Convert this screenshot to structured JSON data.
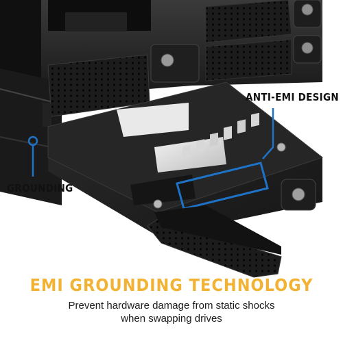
{
  "callouts": {
    "anti_emi": "ANTI-EMI DESIGN",
    "grounding": "GROUNDING"
  },
  "headline": "EMI GROUNDING TECHNOLOGY",
  "description": {
    "line1": "Prevent hardware damage from static shocks",
    "line2": "when swapping drives"
  },
  "colors": {
    "accent_yellow": "#f2b233",
    "callout_blue": "#1e73c8",
    "chassis": "#1b1b1b"
  }
}
